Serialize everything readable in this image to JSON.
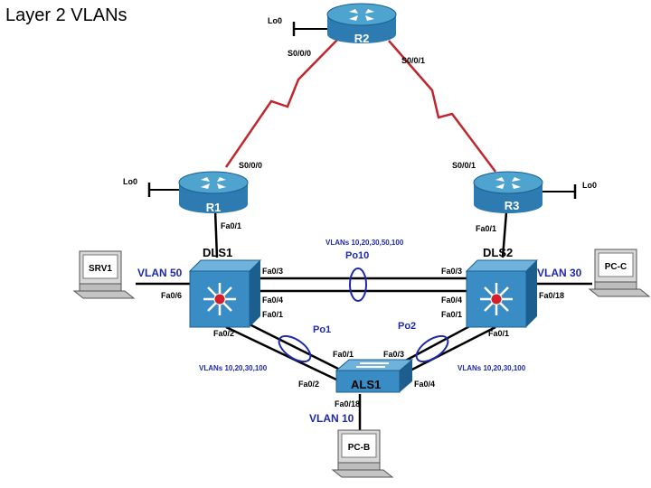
{
  "title": "Layout 2 VLANs",
  "devices": {
    "r1": "R1",
    "r2": "R2",
    "r3": "R3",
    "dls1": "DLS1",
    "dls2": "DLS2",
    "als1": "ALS1",
    "srv1": "SRV1",
    "pcc": "PC-C",
    "pcb": "PC-B"
  },
  "interfaces": {
    "r2_lo0": "Lo0",
    "r2_s000": "S0/0/0",
    "r2_s001": "S0/0/1",
    "r1_s000": "S0/0/0",
    "r1_lo0": "Lo0",
    "r1_fa01": "Fa0/1",
    "r3_s001": "S0/0/1",
    "r3_lo0": "Lo0",
    "r3_fa01": "Fa0/1",
    "dls1_fa03": "Fa0/3",
    "dls1_fa04": "Fa0/4",
    "dls1_fa01": "Fa0/1",
    "dls1_fa02": "Fa0/2",
    "dls1_fa06": "Fa0/6",
    "dls2_fa03": "Fa0/3",
    "dls2_fa04": "Fa0/4",
    "dls2_fa01": "Fa0/1",
    "dls2_fa11": "Fa0/1",
    "dls2_fa18": "Fa0/18",
    "als1_fa01": "Fa0/1",
    "als1_fa03": "Fa0/3",
    "als1_fa02": "Fa0/2",
    "als1_fa04": "Fa0/4",
    "als1_fa018": "Fa0/18"
  },
  "labels": {
    "vlans_po10": "VLANs 10,20,30,50,100",
    "po10": "Po10",
    "po1": "Po1",
    "po2": "Po2",
    "vlans_left": "VLANs 10,20,30,100",
    "vlans_right": "VLANs 10,20,30,100",
    "vlan50": "VLAN 50",
    "vlan30": "VLAN 30",
    "vlan10": "VLAN 10"
  },
  "colors": {
    "serial": "#c0272d",
    "router_top": "#4fa3cf",
    "router_body": "#2d7bb0",
    "switch_face": "#3a8cc4",
    "switch_side": "#1c5f8f",
    "etherchannel": "#1f2aa8",
    "label_blue": "#1f2aa8",
    "switch_center": "#d0202a"
  }
}
